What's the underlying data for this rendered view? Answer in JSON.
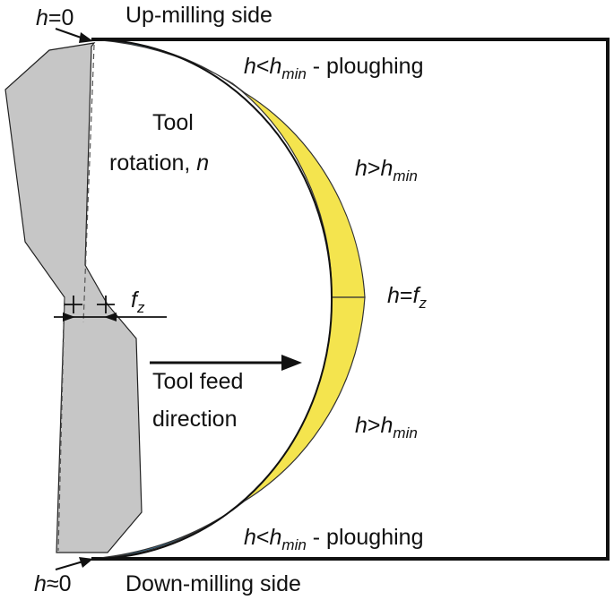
{
  "labels": {
    "top_h": "h",
    "top_h_value": "=0",
    "up_milling_side": "Up-milling side",
    "top_plough_h": "h",
    "top_plough_lt": "<",
    "top_plough_hsub_h": "h",
    "top_plough_hsub": "min",
    "top_plough_text": " - ploughing",
    "tool_rotation_line1": "Tool",
    "tool_rotation_line2": "rotation, ",
    "tool_rotation_n": "n",
    "upper_hgt_h": "h",
    "upper_hgt_gt": ">",
    "upper_hgt_hmin": "h",
    "upper_hgt_sub": "min",
    "mid_h": "h",
    "mid_eq": "=",
    "mid_f": "f",
    "mid_sub": "z",
    "fz_f": "f",
    "fz_sub": "z",
    "feed_line1": "Tool feed",
    "feed_line2": "direction",
    "lower_hgt_h": "h",
    "lower_hgt_gt": ">",
    "lower_hgt_hmin": "h",
    "lower_hgt_sub": "min",
    "bottom_plough_h": "h",
    "bottom_plough_lt": "<",
    "bottom_plough_hsub_h": "h",
    "bottom_plough_hsub": "min",
    "bottom_plough_text": " - ploughing",
    "bottom_h": "h",
    "bottom_h_value": "≈0",
    "down_milling_side": "Down-milling side"
  },
  "colors": {
    "ploughing_zone": "#3aa3e6",
    "cutting_zone": "#f4e44e",
    "tool_body": "#c6c6c6",
    "outline": "#111111"
  }
}
